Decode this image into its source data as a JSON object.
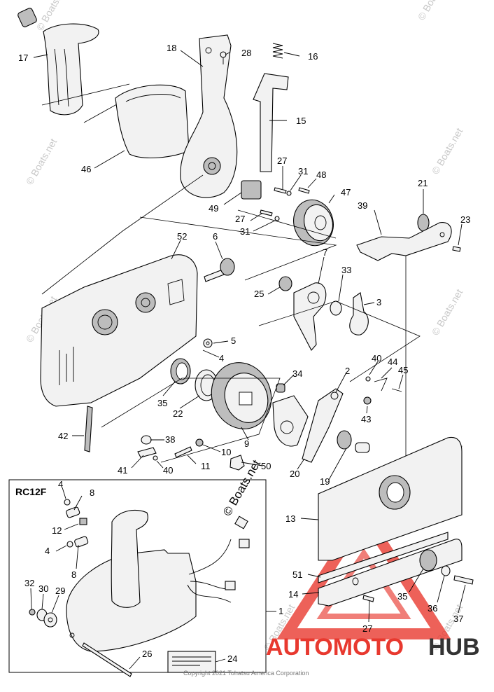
{
  "watermarks": [
    "© Boats.net"
  ],
  "inset_title": "RC12F",
  "copyright": "Copyright 2021 Tohatsu America Corporation",
  "logo": {
    "text_a": "AUTOMOTO",
    "text_b": "HUB",
    "accent": "#e8392f",
    "dark": "#333333"
  },
  "callouts": {
    "c17": "17",
    "c18": "18",
    "c28": "28",
    "c16": "16",
    "c15": "15",
    "c46": "46",
    "c27a": "27",
    "c31a": "31",
    "c48": "48",
    "c47": "47",
    "c49": "49",
    "c27b": "27",
    "c31b": "31",
    "c21": "21",
    "c39": "39",
    "c23": "23",
    "c52": "52",
    "c6": "6",
    "c7": "7",
    "c33": "33",
    "c25": "25",
    "c3": "3",
    "c5": "5",
    "c4": "4",
    "c35a": "35",
    "c22": "22",
    "c34": "34",
    "c2": "2",
    "c40a": "40",
    "c44": "44",
    "c45": "45",
    "c43": "43",
    "c42": "42",
    "c38": "38",
    "c9": "9",
    "c10": "10",
    "c41": "41",
    "c40b": "40",
    "c11": "11",
    "c50": "50",
    "c20": "20",
    "c19": "19",
    "c13": "13",
    "c51": "51",
    "c14": "14",
    "c35b": "35",
    "c36": "36",
    "c37": "37",
    "c27c": "27",
    "c1": "1",
    "i4a": "4",
    "i8a": "8",
    "i12": "12",
    "i4b": "4",
    "i8b": "8",
    "i32": "32",
    "i30": "30",
    "i29": "29",
    "i26": "26",
    "i24": "24"
  }
}
